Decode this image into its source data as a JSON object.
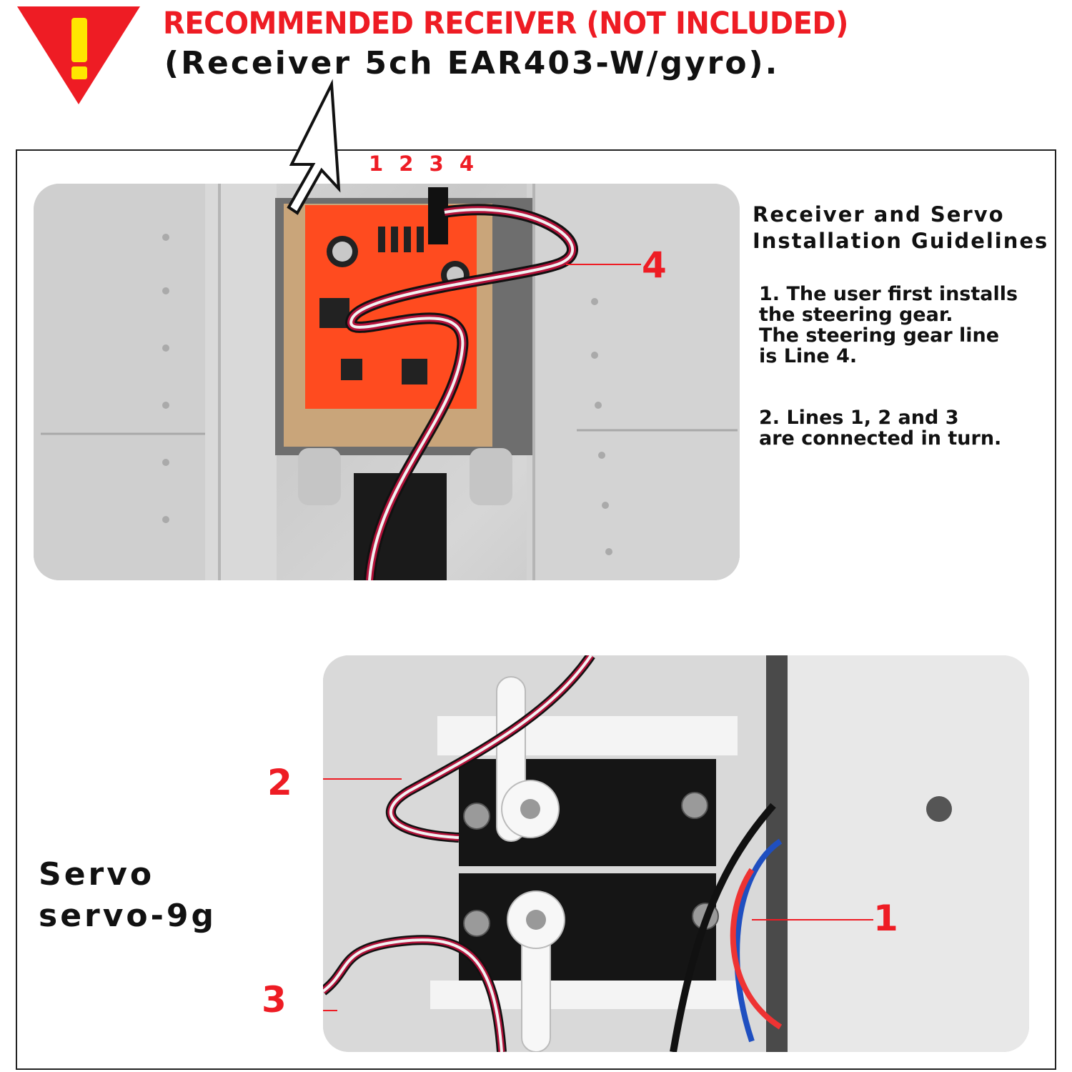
{
  "header": {
    "title": "RECOMMENDED RECEIVER (NOT INCLUDED)",
    "subtitle": "(Receiver 5ch EAR403-W/gyro)."
  },
  "receiver_photo": {
    "pin_numbers": "1 2 3 4",
    "callout": "4"
  },
  "guidelines": {
    "title": "Receiver and Servo Installation Guidelines",
    "step1": "1. The user first installs\nthe steering gear.\nThe steering gear line\nis Line 4.",
    "step2": "2. Lines 1, 2 and 3\nare connected in turn."
  },
  "servo": {
    "title_line1": "Servo",
    "title_line2": "servo-9g",
    "callouts": {
      "one": "1",
      "two": "2",
      "three": "3"
    }
  },
  "colors": {
    "accent_red": "#ee1c24",
    "warning_yellow": "#ffe600",
    "text": "#111111",
    "pcb_orange": "#ff4b1f"
  }
}
